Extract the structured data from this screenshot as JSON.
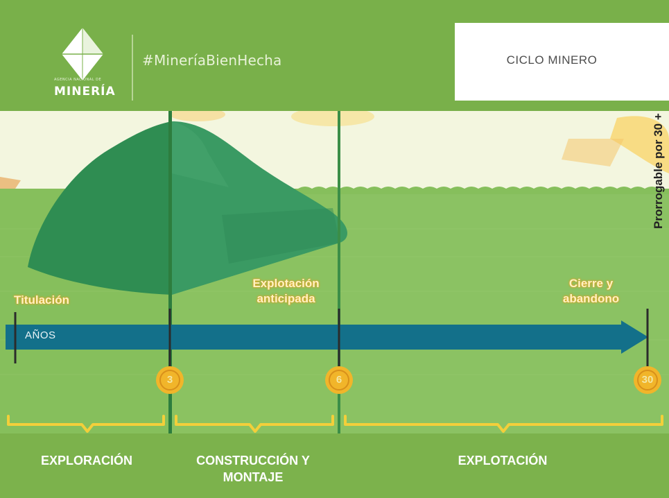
{
  "header": {
    "logo_small_text": "AGENCIA NACIONAL DE",
    "logo_text": "MINERÍA",
    "hashtag": "#MineríaBienHecha",
    "title": "CICLO MINERO"
  },
  "timeline": {
    "axis_label": "AÑOS",
    "extension_label": "Prorrogable por 30 +",
    "events": [
      {
        "label": "Titulación"
      },
      {
        "label": "Explotación anticipada"
      },
      {
        "label": "Cierre y abandono"
      }
    ],
    "markers": [
      {
        "label": "3"
      },
      {
        "label": "6"
      },
      {
        "label": "30"
      }
    ]
  },
  "phases": [
    {
      "label": "EXPLORACIÓN"
    },
    {
      "label": "CONSTRUCCIÓN Y MONTAJE"
    },
    {
      "label": "EXPLOTACIÓN"
    }
  ],
  "colors": {
    "header_green": "#79b04a",
    "field_green": "#86bf5c",
    "mountain_dark": "#2f8d52",
    "mountain_light": "#3a9a63",
    "arrow_blue": "#13708a",
    "coin_gold": "#f1b52a",
    "brace_yellow": "#f3cf3a"
  },
  "icons": [
    "diamond-logo-icon",
    "coin-icon",
    "arrow-icon"
  ]
}
